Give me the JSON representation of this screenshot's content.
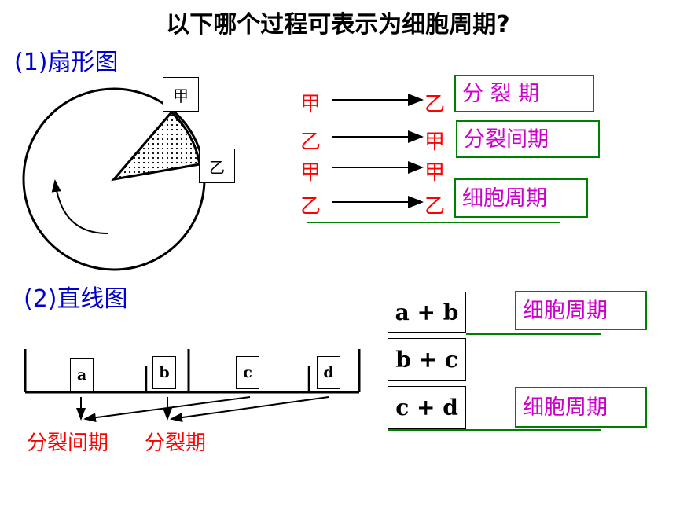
{
  "title": "以下哪个过程可表示为细胞周期?",
  "section1": {
    "heading": "(1)扇形图",
    "label_jia": "甲",
    "label_yi": "乙",
    "rows": [
      {
        "from": "甲",
        "to": "乙"
      },
      {
        "from": "乙",
        "to": "甲"
      },
      {
        "from": "甲",
        "to": "甲"
      },
      {
        "from": "乙",
        "to": "乙"
      }
    ],
    "answers": [
      "分 裂 期",
      "分裂间期",
      "细胞周期"
    ]
  },
  "section2": {
    "heading": "(2)直线图",
    "segments": [
      "a",
      "b",
      "c",
      "d"
    ],
    "caption_interphase": "分裂间期",
    "caption_mitosis": "分裂期",
    "formulas": [
      "a + b",
      "b + c",
      "c + d"
    ],
    "answers": [
      "细胞周期",
      "细胞周期"
    ]
  },
  "colors": {
    "heading": "#0000cc",
    "red": "#ff0000",
    "magenta": "#cc00cc",
    "green_border": "#008000"
  }
}
